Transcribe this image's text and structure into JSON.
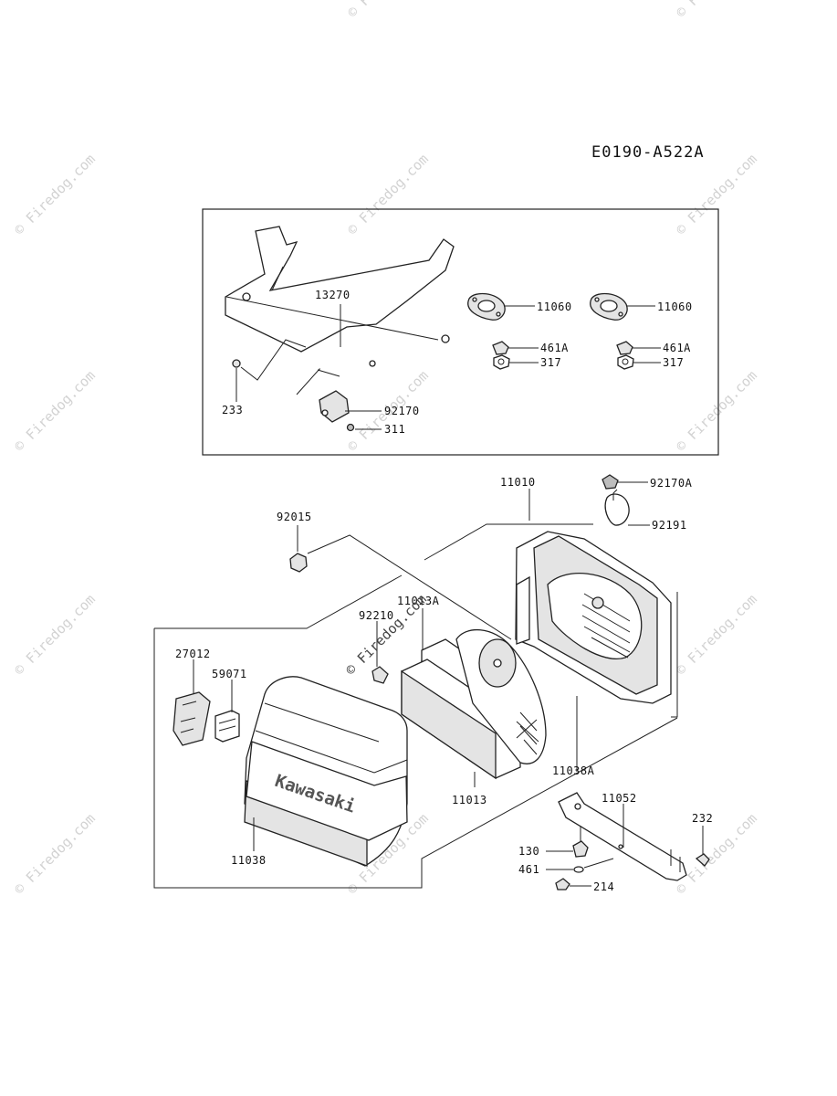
{
  "diagram_code": "E0190-A522A",
  "watermark": "© Firedog.com",
  "brand_text": "Kawasaki",
  "top_group_parts": {
    "bracket": "13270",
    "gasket_a": "11060",
    "gasket_b": "11060",
    "nut_a": "461A",
    "nut_b": "461A",
    "nut_c": "317",
    "nut_d": "317",
    "bolt": "233",
    "clamp": "92170",
    "nut_e": "311"
  },
  "main_group_parts": {
    "base": "11010",
    "clip_a": "92170A",
    "hose": "92191",
    "nut": "92015",
    "precleaner": "11013A",
    "clamp": "92210",
    "latch": "27012",
    "latch_plate": "59071",
    "seal": "11038A",
    "element": "11013",
    "cover": "11038",
    "stay": "11052",
    "bolt": "232",
    "washer_bolt": "130",
    "washer": "461",
    "screw": "214"
  }
}
